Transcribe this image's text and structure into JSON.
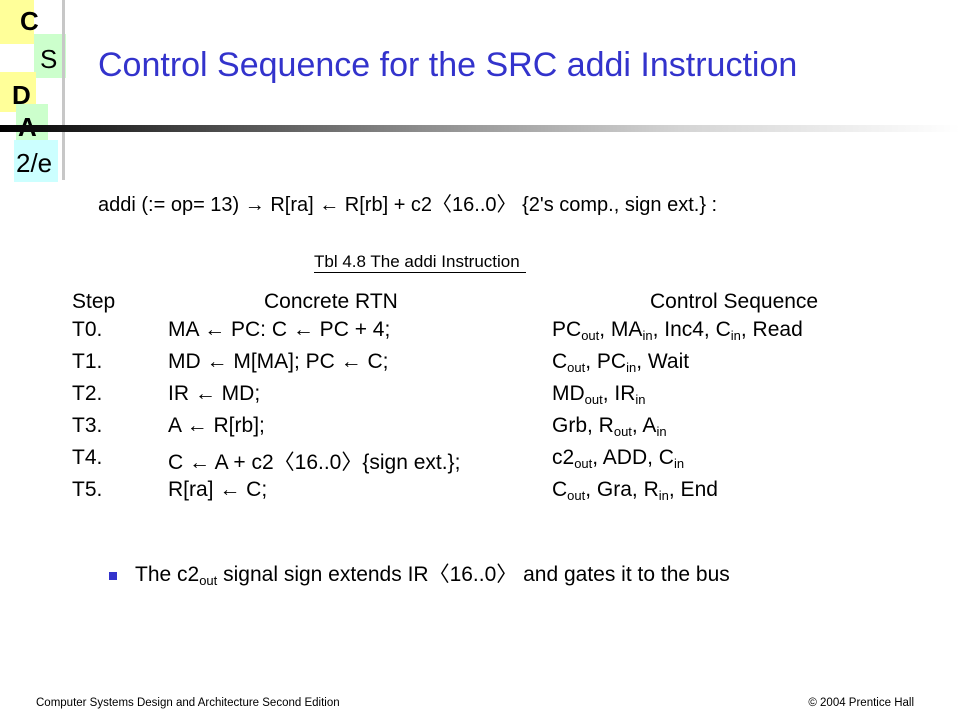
{
  "logo": {
    "letters": [
      "C",
      "S",
      "D",
      "A",
      "2/e"
    ],
    "colors": {
      "yellow": "#ffff99",
      "green": "#ccffcc",
      "cyan": "#ccffff"
    }
  },
  "title": "Control Sequence for the SRC addi Instruction",
  "rtn": {
    "head": "addi (:= op= 13) ",
    "rarrow": "→",
    "dest": " R[ra] ",
    "larrow": "←",
    "src": " R[rb] + c2",
    "range_open": "〈",
    "range": "16..0",
    "range_close": "〉",
    "tail": " {2's comp., sign ext.} :"
  },
  "table_caption": "Tbl 4.8 The addi Instruction",
  "table": {
    "headers": [
      "Step",
      "Concrete RTN",
      "Control Sequence"
    ],
    "rows": [
      {
        "step": "T0.",
        "rtn": "MA ← PC: C ← PC + 4;",
        "ctrl": [
          [
            "PC",
            "out"
          ],
          [
            ", MA",
            "in"
          ],
          [
            ", Inc4, C",
            "in"
          ],
          [
            ", Read",
            ""
          ]
        ]
      },
      {
        "step": "T1.",
        "rtn": "MD ← M[MA]; PC ← C;",
        "ctrl": [
          [
            "C",
            "out"
          ],
          [
            ", PC",
            "in"
          ],
          [
            ", Wait",
            ""
          ]
        ]
      },
      {
        "step": "T2.",
        "rtn": "IR ← MD;",
        "ctrl": [
          [
            "MD",
            "out"
          ],
          [
            ", IR",
            "in"
          ]
        ]
      },
      {
        "step": "T3.",
        "rtn": "A ← R[rb];",
        "ctrl": [
          [
            "Grb, R",
            "out"
          ],
          [
            ", A",
            "in"
          ]
        ]
      },
      {
        "step": "T4.",
        "rtn": "C ← A + c2〈16..0〉{sign ext.};",
        "ctrl": [
          [
            "c2",
            "out"
          ],
          [
            ", ADD, C",
            "in"
          ]
        ]
      },
      {
        "step": "T5.",
        "rtn": "R[ra] ← C;",
        "ctrl": [
          [
            "C",
            "out"
          ],
          [
            ", Gra, R",
            "in"
          ],
          [
            ", End",
            ""
          ]
        ]
      }
    ]
  },
  "note": {
    "pre": "The c2",
    "sub": "out",
    "post": " signal sign extends IR〈16..0〉 and gates it to the bus"
  },
  "footer": {
    "left": "Computer Systems Design and Architecture Second Edition",
    "right": "© 2004 Prentice Hall"
  }
}
